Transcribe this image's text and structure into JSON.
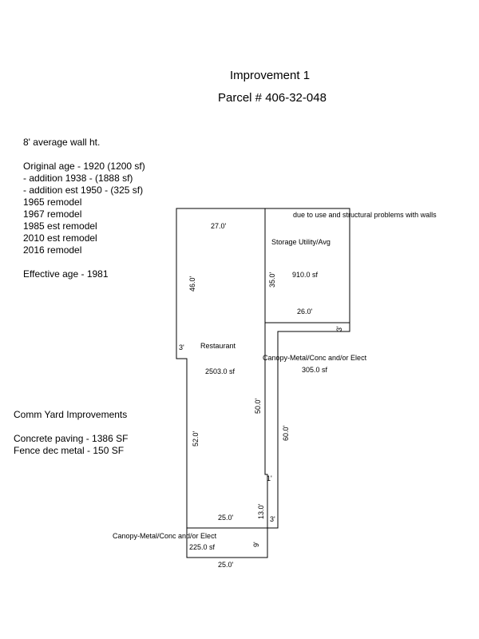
{
  "header": {
    "title": "Improvement 1",
    "parcel": "Parcel # 406-32-048"
  },
  "notes_building": [
    "8' average wall ht.",
    "",
    "Original age - 1920 (1200 sf)",
    "- addition 1938 - (1888 sf)",
    "- addition est 1950 - (325 sf)",
    "1965 remodel",
    "1967 remodel",
    "1985 est remodel",
    "2010 est remodel",
    "2016 remodel",
    "",
    "Effective age - 1981"
  ],
  "notes_yard": [
    "Comm Yard Improvements",
    "",
    "Concrete paving - 1386 SF",
    "Fence dec metal - 150 SF"
  ],
  "sketch": {
    "restaurant": {
      "label": "Restaurant",
      "area": "2503.0 sf",
      "dim_top": "27.0'",
      "dim_left_upper": "46.0'",
      "dim_notch": "3'",
      "dim_left_lower": "52.0'",
      "dim_right": "50.0'",
      "dim_bottom": "25.0'"
    },
    "storage": {
      "note": "due to use and structural problems with walls",
      "label": "Storage Utility/Avg",
      "area": "910.0 sf",
      "dim_left": "35.0'",
      "dim_bottom": "26.0'",
      "dim_right": "3'"
    },
    "canopy_right": {
      "label": "Canopy-Metal/Conc and/or Elect",
      "area": "305.0 sf",
      "dim_right": "60.0'",
      "dim_notch": "1'",
      "dim_left_lower": "13.0'",
      "dim_bottom": "3'"
    },
    "canopy_bottom": {
      "label": "Canopy-Metal/Conc and/or Elect",
      "area": "225.0 sf",
      "dim_right": "9'",
      "dim_bottom": "25.0'"
    }
  }
}
